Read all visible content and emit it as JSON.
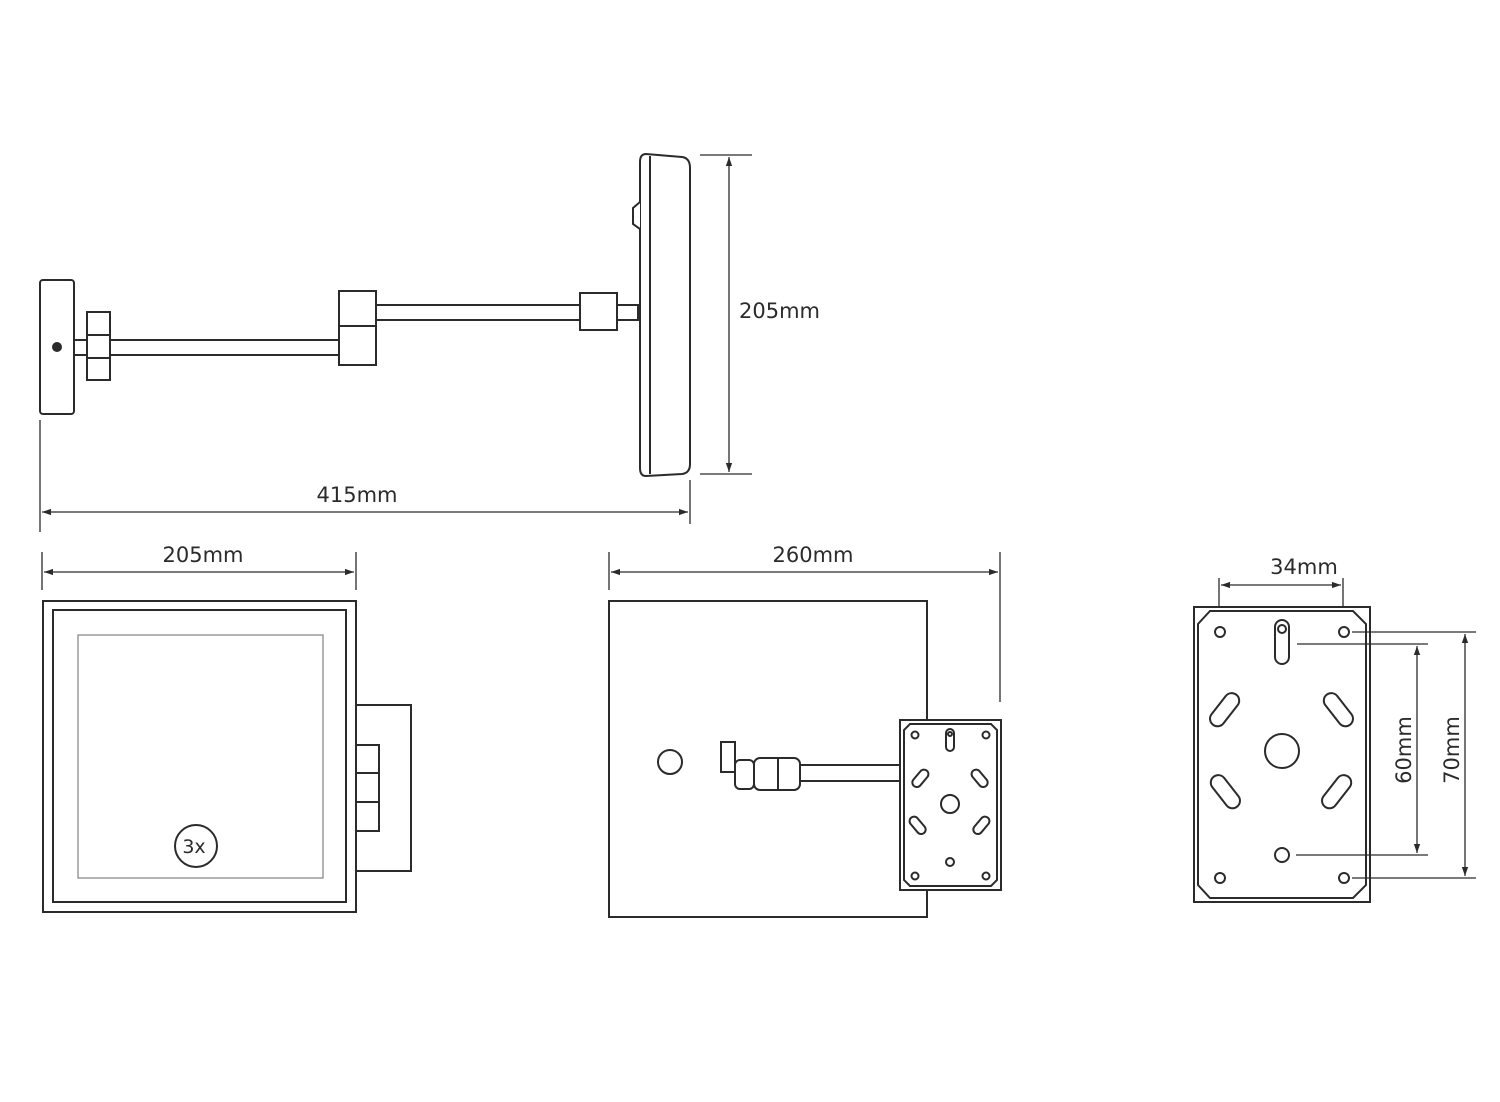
{
  "side_view": {
    "height_label": "205mm",
    "length_label": "415mm"
  },
  "front_view": {
    "width_label": "205mm",
    "magnification_badge": "3x"
  },
  "top_view": {
    "width_label": "260mm"
  },
  "wall_plate": {
    "hole_spacing_label": "34mm",
    "inner_height_label": "60mm",
    "outer_height_label": "70mm"
  },
  "colors": {
    "line": "#2b2b2b",
    "background": "#ffffff"
  }
}
